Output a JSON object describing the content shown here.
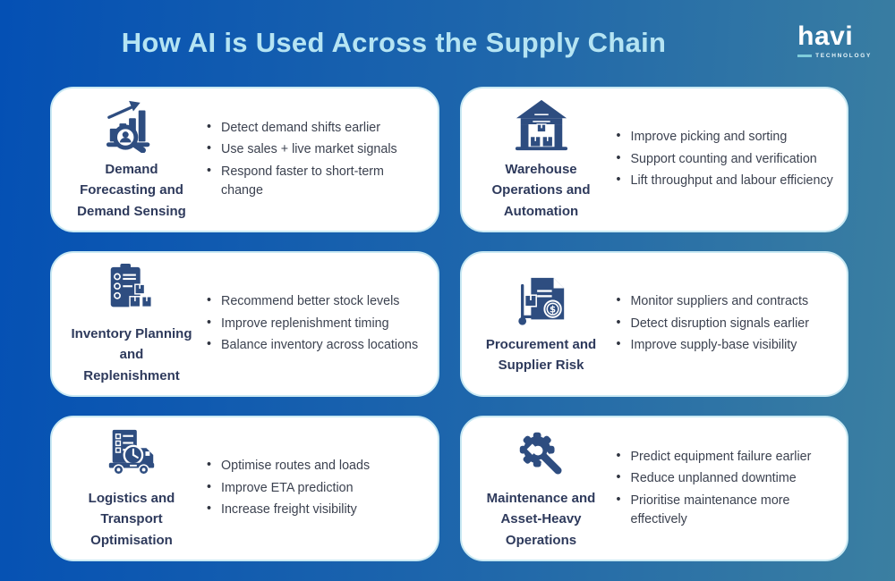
{
  "header": {
    "title": "How AI is Used Across the Supply Chain",
    "logo": {
      "name": "havi",
      "tagline": "TECHNOLOGY"
    }
  },
  "colors": {
    "background_left": "#0450b4",
    "background_right": "#3b7fa1",
    "title_text": "#b5e4f3",
    "card_background": "#ffffff",
    "card_border": "#c9e9f3",
    "card_title_text": "#2e3a5c",
    "bullet_text": "#3c4250",
    "icon_fill": "#2e4d80",
    "logo_bar": "#7fcddb"
  },
  "cards": [
    {
      "icon": "bar-chart-magnifier-icon",
      "title": "Demand Forecasting and Demand Sensing",
      "bullets": [
        "Detect demand shifts earlier",
        "Use sales + live market signals",
        "Respond faster to short-term change"
      ]
    },
    {
      "icon": "warehouse-icon",
      "title": "Warehouse Operations and Automation",
      "bullets": [
        "Improve picking and sorting",
        "Support counting and verification",
        "Lift throughput and labour efficiency"
      ]
    },
    {
      "icon": "clipboard-boxes-icon",
      "title": "Inventory Planning and Replenishment",
      "bullets": [
        "Recommend better stock levels",
        "Improve replenishment timing",
        "Balance inventory across locations"
      ]
    },
    {
      "icon": "document-dollar-handtruck-icon",
      "title": "Procurement and Supplier Risk",
      "bullets": [
        "Monitor suppliers and contracts",
        "Detect disruption signals earlier",
        "Improve supply-base visibility"
      ]
    },
    {
      "icon": "truck-clock-checklist-icon",
      "title": "Logistics and Transport Optimisation",
      "bullets": [
        "Optimise routes and loads",
        "Improve ETA prediction",
        "Increase freight visibility"
      ]
    },
    {
      "icon": "gear-wrench-icon",
      "title": "Maintenance and Asset-Heavy Operations",
      "bullets": [
        "Predict equipment failure earlier",
        "Reduce unplanned downtime",
        "Prioritise maintenance more effectively"
      ]
    }
  ]
}
